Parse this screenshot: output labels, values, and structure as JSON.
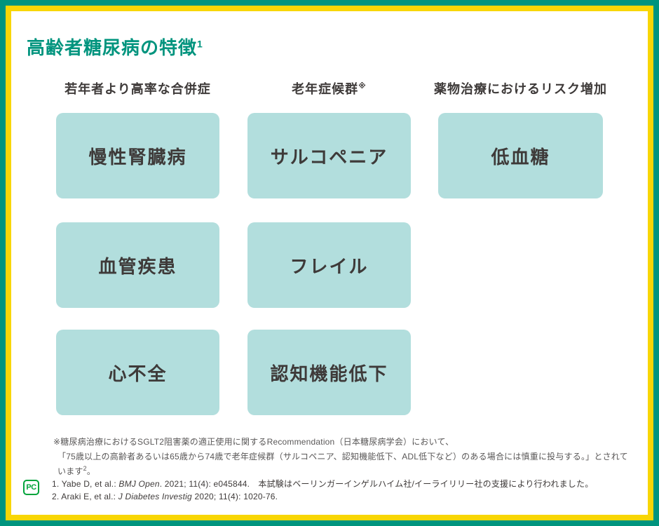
{
  "page": {
    "title": "高齢者糖尿病の特徴",
    "title_superscript": "1"
  },
  "columns": [
    {
      "header": "若年者より高率な合併症",
      "header_superscript": "",
      "boxes": [
        "慢性腎臓病",
        "血管疾患",
        "心不全"
      ]
    },
    {
      "header": "老年症候群",
      "header_superscript": "※",
      "boxes": [
        "サルコペニア",
        "フレイル",
        "認知機能低下"
      ]
    },
    {
      "header": "薬物治療におけるリスク増加",
      "header_superscript": "",
      "boxes": [
        "低血糖"
      ]
    }
  ],
  "footnote": {
    "line1": "※糖尿病治療におけるSGLT2阻害薬の適正使用に関するRecommendation（日本糖尿病学会）において、",
    "line2_pre": "「75歳以上の高齢者あるいは65歳から74歳で老年症候群（サルコペニア、認知機能低下、ADL低下など）のある場合には慎重に投与する。」とされています",
    "line2_superscript": "2",
    "line2_post": "。"
  },
  "references": {
    "logo_text": "PC",
    "items": [
      {
        "pre": "1. Yabe D, et al.: ",
        "journal": "BMJ Open",
        "post": ". 2021; 11(4): e045844.　本試験はベーリンガーインゲルハイム社/イーライリリー社の支援により行われました。"
      },
      {
        "pre": "2. Araki E, et al.: ",
        "journal": "J Diabetes Investig",
        "post": " 2020; 11(4): 1020-76."
      }
    ]
  },
  "colors": {
    "frame_teal": "#00947e",
    "frame_yellow": "#f8d605",
    "box_mint": "#b2dedd",
    "title_teal": "#00947e",
    "text_dark": "#3e3a39",
    "footnote_gray": "#595757",
    "logo_green": "#00a43b"
  }
}
